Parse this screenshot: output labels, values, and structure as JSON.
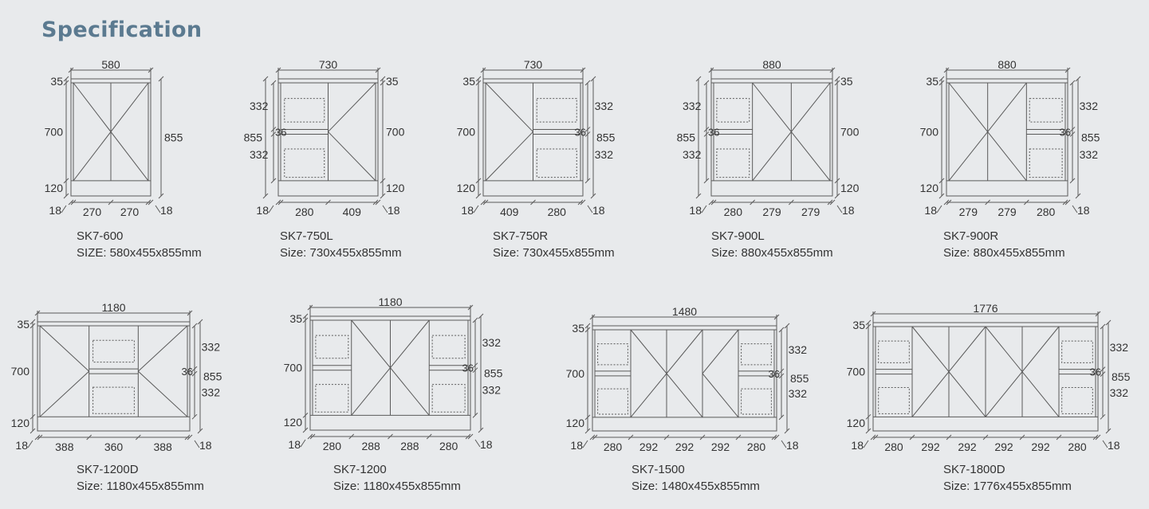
{
  "title": "Specification",
  "colors": {
    "background": "#e8eaec",
    "title": "#5b7a90",
    "line": "#5a5a5a",
    "text": "#333333"
  },
  "models": [
    {
      "model": "SK7-600",
      "size": "SIZE: 580x455x855mm",
      "width_label": "580",
      "top_label": "35",
      "body_label": "700",
      "plinth_label": "120",
      "height_label": "855",
      "height_side": "right",
      "drawer_labels": [],
      "gap_label": "",
      "edge_labels": [
        "18",
        "18"
      ],
      "bottom_labels": [
        "270",
        "270"
      ],
      "layout": [
        "door-pair"
      ]
    },
    {
      "model": "SK7-750L",
      "size": "Size: 730x455x855mm",
      "width_label": "730",
      "top_label": "35",
      "body_label": "700",
      "plinth_label": "120",
      "height_label": "855",
      "height_side": "left",
      "drawer_labels": [
        "332",
        "332"
      ],
      "gap_label": "36",
      "edge_labels": [
        "18",
        "18"
      ],
      "bottom_labels": [
        "280",
        "409"
      ],
      "layout": [
        "drawers",
        "door-left-hinge"
      ]
    },
    {
      "model": "SK7-750R",
      "size": "Size: 730x455x855mm",
      "width_label": "730",
      "top_label": "35",
      "body_label": "700",
      "plinth_label": "120",
      "height_label": "855",
      "height_side": "right",
      "drawer_labels": [
        "332",
        "332"
      ],
      "gap_label": "36",
      "edge_labels": [
        "18",
        "18"
      ],
      "bottom_labels": [
        "409",
        "280"
      ],
      "layout": [
        "door-right-hinge",
        "drawers"
      ]
    },
    {
      "model": "SK7-900L",
      "size": "Size: 880x455x855mm",
      "width_label": "880",
      "top_label": "35",
      "body_label": "700",
      "plinth_label": "120",
      "height_label": "855",
      "height_side": "left",
      "drawer_labels": [
        "332",
        "332"
      ],
      "gap_label": "36",
      "edge_labels": [
        "18",
        "18"
      ],
      "bottom_labels": [
        "280",
        "279",
        "279"
      ],
      "layout": [
        "drawers",
        "door-pair"
      ]
    },
    {
      "model": "SK7-900R",
      "size": "Size: 880x455x855mm",
      "width_label": "880",
      "top_label": "35",
      "body_label": "700",
      "plinth_label": "120",
      "height_label": "855",
      "height_side": "right",
      "drawer_labels": [
        "332",
        "332"
      ],
      "gap_label": "36",
      "edge_labels": [
        "18",
        "18"
      ],
      "bottom_labels": [
        "279",
        "279",
        "280"
      ],
      "layout": [
        "door-pair",
        "drawers"
      ]
    },
    {
      "model": "SK7-1200D",
      "size": "Size: 1180x455x855mm",
      "width_label": "1180",
      "top_label": "35",
      "body_label": "700",
      "plinth_label": "120",
      "height_label": "855",
      "height_side": "right",
      "drawer_labels": [
        "332",
        "332"
      ],
      "gap_label": "36",
      "edge_labels": [
        "18",
        "18"
      ],
      "bottom_labels": [
        "388",
        "360",
        "388"
      ],
      "layout": [
        "door-right-hinge",
        "drawers",
        "door-left-hinge"
      ]
    },
    {
      "model": "SK7-1200",
      "size": "Size: 1180x455x855mm",
      "width_label": "1180",
      "top_label": "35",
      "body_label": "700",
      "plinth_label": "120",
      "height_label": "855",
      "height_side": "right",
      "drawer_labels": [
        "332",
        "332"
      ],
      "gap_label": "36",
      "edge_labels": [
        "18",
        "18"
      ],
      "bottom_labels": [
        "280",
        "288",
        "288",
        "280"
      ],
      "layout": [
        "drawers",
        "door-pair",
        "drawers"
      ]
    },
    {
      "model": "SK7-1500",
      "size": "Size: 1480x455x855mm",
      "width_label": "1480",
      "top_label": "35",
      "body_label": "700",
      "plinth_label": "120",
      "height_label": "855",
      "height_side": "right",
      "drawer_labels": [
        "332",
        "332"
      ],
      "gap_label": "36",
      "edge_labels": [
        "18",
        "18"
      ],
      "bottom_labels": [
        "280",
        "292",
        "292",
        "292",
        "280"
      ],
      "layout": [
        "drawers",
        "door-pair",
        "door-left-hinge",
        "drawers"
      ]
    },
    {
      "model": "SK7-1800D",
      "size": "Size: 1776x455x855mm",
      "width_label": "1776",
      "top_label": "35",
      "body_label": "700",
      "plinth_label": "120",
      "height_label": "855",
      "height_side": "right",
      "drawer_labels": [
        "332",
        "332"
      ],
      "gap_label": "36",
      "edge_labels": [
        "18",
        "18"
      ],
      "bottom_labels": [
        "280",
        "292",
        "292",
        "292",
        "292",
        "280"
      ],
      "layout": [
        "drawers",
        "door-pair",
        "door-pair",
        "drawers"
      ]
    }
  ]
}
